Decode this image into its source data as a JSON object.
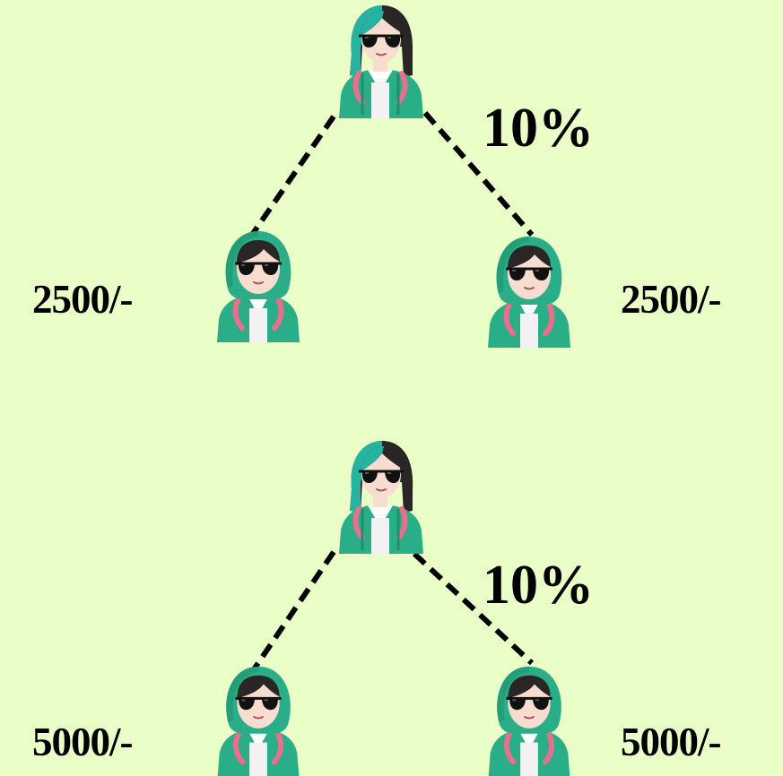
{
  "colors": {
    "background": "#eafec8",
    "hoodie": "#2aae87",
    "hoodie_dark": "#1f8f6d",
    "strings": "#ea6f8d",
    "hair_teal": "#26b3a2",
    "hair_dark": "#2a2626",
    "skin": "#f7dcd0",
    "glasses": "#111111",
    "connector": "#000000"
  },
  "diagrams": [
    {
      "percent_label": "10%",
      "parent_icon": "woman-sunglasses-hoodie-icon",
      "children": [
        {
          "icon": "person-sunglasses-hood-icon",
          "amount": "2500/-"
        },
        {
          "icon": "person-sunglasses-hood-icon",
          "amount": "2500/-"
        }
      ]
    },
    {
      "percent_label": "10%",
      "parent_icon": "woman-sunglasses-hoodie-icon",
      "children": [
        {
          "icon": "person-sunglasses-hood-icon",
          "amount": "5000/-"
        },
        {
          "icon": "person-sunglasses-hood-icon",
          "amount": "5000/-"
        }
      ]
    }
  ]
}
